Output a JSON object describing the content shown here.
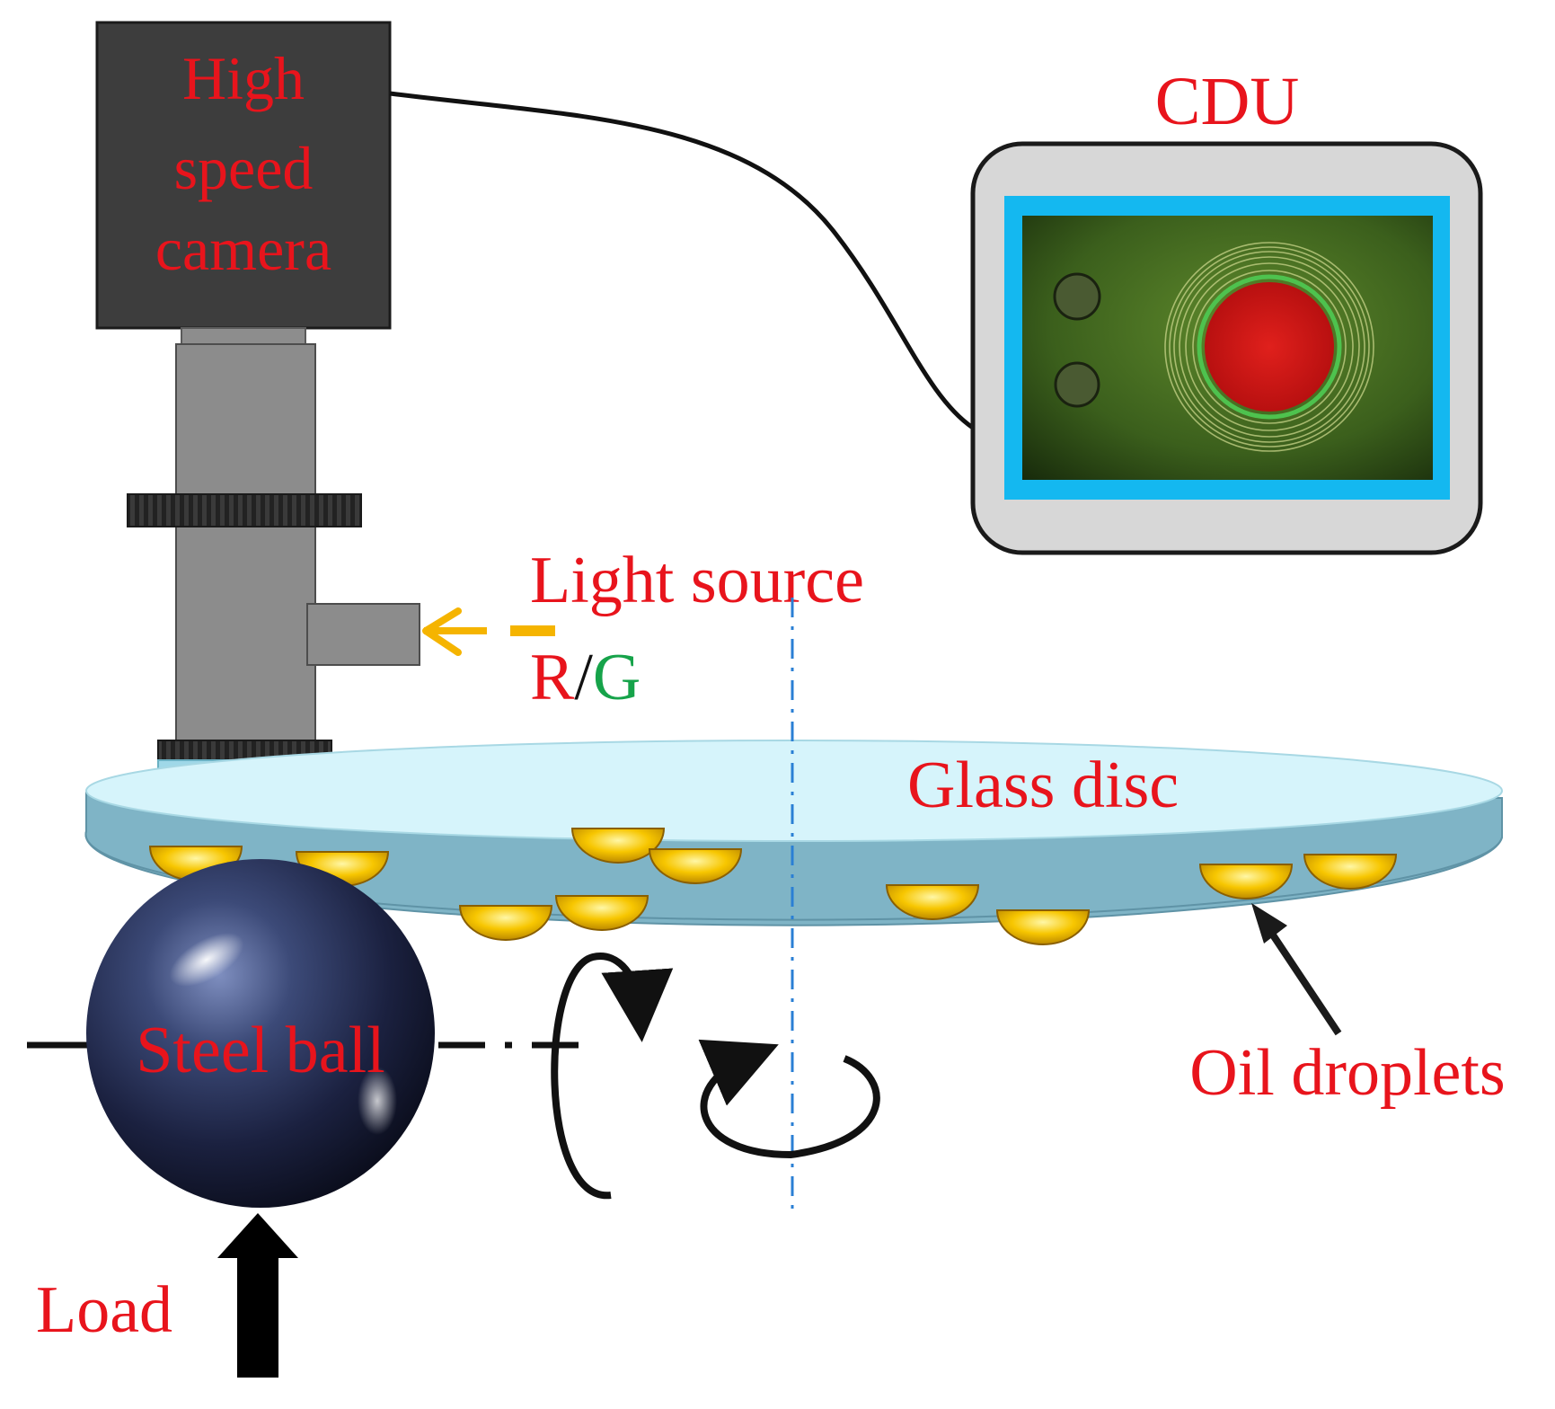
{
  "labels": {
    "camera_line1": "High",
    "camera_line2": "speed",
    "camera_line3": "camera",
    "cdu": "CDU",
    "light_source": "Light source",
    "light_r": "R",
    "light_slash": "/",
    "light_g": "G",
    "glass_disc": "Glass disc",
    "steel_ball": "Steel ball",
    "oil_droplets": "Oil droplets",
    "load": "Load"
  },
  "colors": {
    "label_red": "#e8141c",
    "label_green": "#16a34a",
    "light_arrow": "#f5b400",
    "screen_frame": "#14b8f0",
    "glass_top": "#d6f4fb",
    "glass_side": "#7fb7c9",
    "droplet": "#f7c600"
  }
}
